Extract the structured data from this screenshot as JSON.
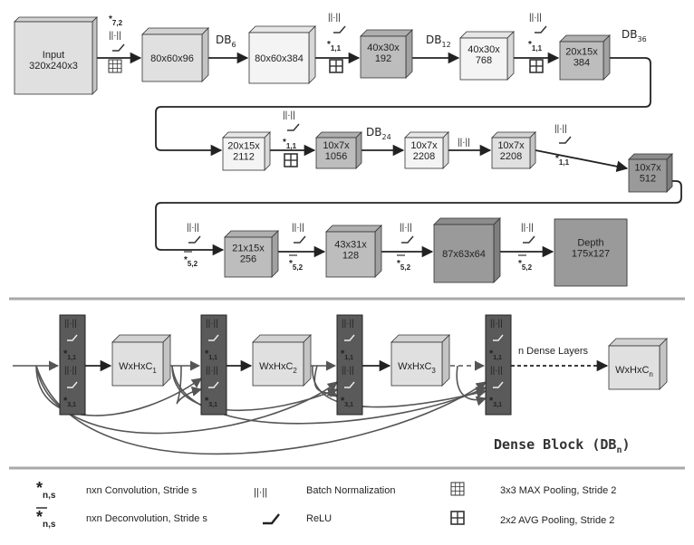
{
  "top_network": {
    "nodes": [
      {
        "id": "input",
        "lines": [
          "Input",
          "320x240x3"
        ]
      },
      {
        "id": "n1",
        "lines": [
          "80x60x96"
        ]
      },
      {
        "id": "n2",
        "lines": [
          "80x60x384"
        ]
      },
      {
        "id": "n3",
        "lines": [
          "40x30x",
          "192"
        ]
      },
      {
        "id": "n4",
        "lines": [
          "40x30x",
          "768"
        ]
      },
      {
        "id": "n5",
        "lines": [
          "20x15x",
          "384"
        ]
      },
      {
        "id": "n6",
        "lines": [
          "20x15x",
          "2112"
        ]
      },
      {
        "id": "n7",
        "lines": [
          "10x7x",
          "1056"
        ]
      },
      {
        "id": "n8",
        "lines": [
          "10x7x",
          "2208"
        ]
      },
      {
        "id": "n9",
        "lines": [
          "10x7x",
          "2208"
        ]
      },
      {
        "id": "n10",
        "lines": [
          "10x7x",
          "512"
        ]
      },
      {
        "id": "n11",
        "lines": [
          "21x15x",
          "256"
        ]
      },
      {
        "id": "n12",
        "lines": [
          "43x31x",
          "128"
        ]
      },
      {
        "id": "n13",
        "lines": [
          "87x63x64"
        ]
      },
      {
        "id": "depth",
        "lines": [
          "Depth",
          "175x127"
        ]
      }
    ],
    "dense_blocks": [
      {
        "base": "DB",
        "sub": "6"
      },
      {
        "base": "DB",
        "sub": "12"
      },
      {
        "base": "DB",
        "sub": "36"
      },
      {
        "base": "DB",
        "sub": "24"
      }
    ],
    "op_labels": {
      "conv_7_2": "7,2",
      "conv_1_1": "1,1",
      "deconv_5_2": "5,2",
      "conv_symbol": "*",
      "bn_symbol": "||·||"
    }
  },
  "dense_block": {
    "title": "Dense Block (DB",
    "title_sub": "n",
    "title_end": ")",
    "layers": [
      {
        "base": "WxHxC",
        "sub": "1"
      },
      {
        "base": "WxHxC",
        "sub": "2"
      },
      {
        "base": "WxHxC",
        "sub": "3"
      },
      {
        "base": "WxHxC",
        "sub": "n"
      }
    ],
    "n_layers_label": "n Dense Layers",
    "unit_ops": [
      "1,1",
      "3,1"
    ]
  },
  "legend": {
    "items": [
      {
        "id": "conv",
        "symbol_sub": "n,s",
        "text": "nxn Convolution, Stride s"
      },
      {
        "id": "deconv",
        "symbol_sub": "n,s",
        "text": "nxn Deconvolution, Stride s"
      },
      {
        "id": "bn",
        "text": "Batch Normalization"
      },
      {
        "id": "relu",
        "text": "ReLU"
      },
      {
        "id": "maxpool",
        "text": "3x3 MAX Pooling, Stride 2"
      },
      {
        "id": "avgpool",
        "text": "2x2 AVG Pooling, Stride 2"
      }
    ]
  },
  "colors": {
    "white_box": "#f4f4f4",
    "light_box": "#e0e0e0",
    "mid_box": "#bdbdbd",
    "dark_box": "#9a9a9a",
    "unit_dark": "#5a5a5a",
    "separator": "#a8a8a8",
    "arrow": "#222222",
    "curve": "#555555"
  }
}
